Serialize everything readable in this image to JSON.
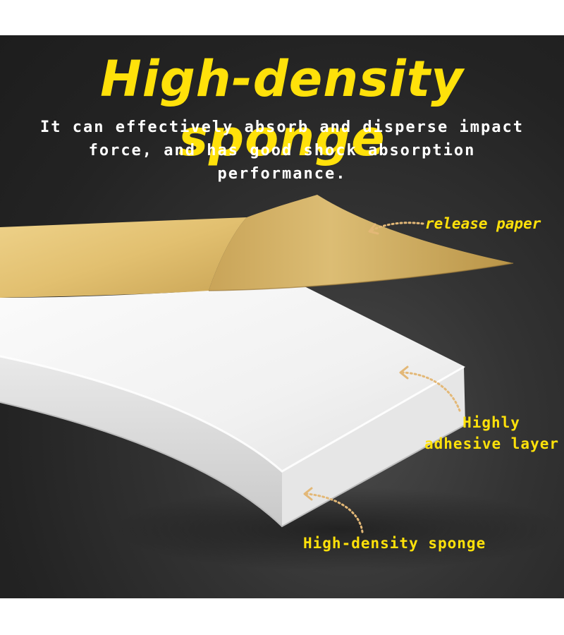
{
  "headline": "High-density sponge",
  "subtitle": {
    "line1": "It can effectively absorb and disperse impact",
    "line2": "force, and has good shock absorption performance."
  },
  "callouts": {
    "release_paper": "release paper",
    "adhesive_line1": "Highly",
    "adhesive_line2": "adhesive layer",
    "sponge": "High-density sponge"
  },
  "colors": {
    "accent": "#ffe10a",
    "background": "#2a2a2a",
    "release_paper": "#e8c97a",
    "sponge": "#f2f2f2",
    "pointer": "#e3b877"
  }
}
